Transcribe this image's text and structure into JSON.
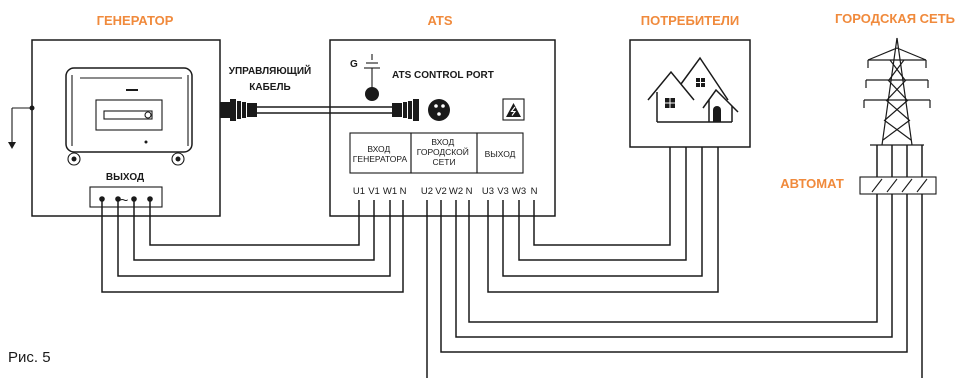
{
  "labels": {
    "generator": "ГЕНЕРАТОР",
    "ats": "ATS",
    "consumers": "ПОТРЕБИТЕЛИ",
    "grid": "ГОРОДСКАЯ СЕТЬ",
    "breaker": "АВТОМАТ",
    "control_cable_1": "УПРАВЛЯЮЩИЙ",
    "control_cable_2": "КАБЕЛЬ",
    "control_port": "ATS CONTROL PORT",
    "ground": "G",
    "generator_output": "ВЫХОД",
    "ac_symbol": "~",
    "caption": "Рис. 5"
  },
  "ats_blocks": {
    "gen_in": [
      "ВХОД",
      "ГЕНЕРАТОРА"
    ],
    "grid_in": [
      "ВХОД",
      "ГОРОДСКОЙ",
      "СЕТИ"
    ],
    "out": [
      "ВЫХОД"
    ]
  },
  "terminals": {
    "generator": [
      "U1",
      "V1",
      "W1",
      "N"
    ],
    "grid": [
      "U2",
      "V2",
      "W2",
      "N"
    ],
    "output": [
      "U3",
      "V3",
      "W3",
      "N"
    ]
  }
}
